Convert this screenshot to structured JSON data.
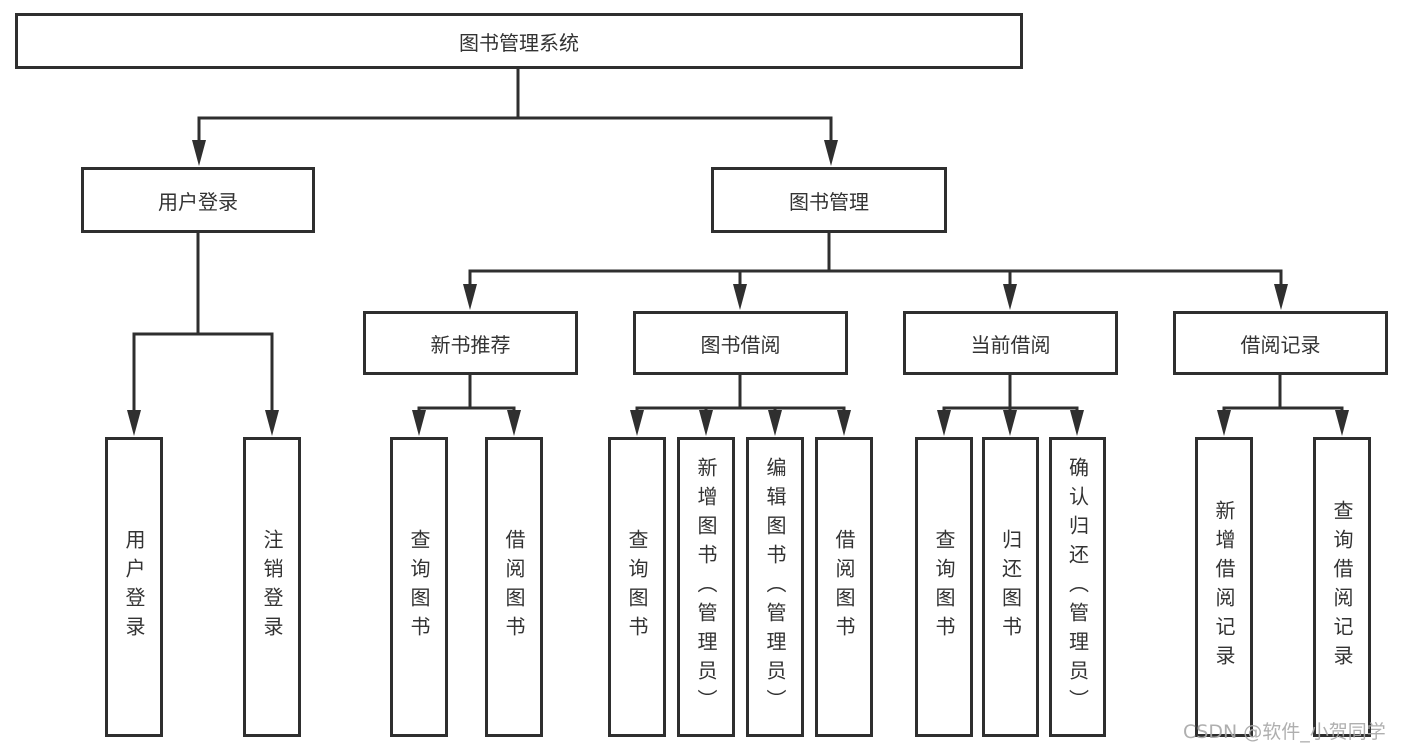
{
  "diagram": {
    "type": "tree",
    "root": {
      "label": "图书管理系统",
      "children": [
        {
          "label": "用户登录",
          "children": [
            {
              "label": "用户登录"
            },
            {
              "label": "注销登录"
            }
          ]
        },
        {
          "label": "图书管理",
          "children": [
            {
              "label": "新书推荐",
              "children": [
                {
                  "label": "查询图书"
                },
                {
                  "label": "借阅图书"
                }
              ]
            },
            {
              "label": "图书借阅",
              "children": [
                {
                  "label": "查询图书"
                },
                {
                  "label": "新增图书（管理员）"
                },
                {
                  "label": "编辑图书（管理员）"
                },
                {
                  "label": "借阅图书"
                }
              ]
            },
            {
              "label": "当前借阅",
              "children": [
                {
                  "label": "查询图书"
                },
                {
                  "label": "归还图书"
                },
                {
                  "label": "确认归还（管理员）"
                }
              ]
            },
            {
              "label": "借阅记录",
              "children": [
                {
                  "label": "新增借阅记录"
                },
                {
                  "label": "查询借阅记录"
                }
              ]
            }
          ]
        }
      ]
    }
  },
  "watermark": {
    "text": "CSDN @软件_小贺同学"
  },
  "colors": {
    "line": "#2f2f2f",
    "text": "#333333",
    "box_background": "#ffffff",
    "watermark": "#a8a8a8",
    "background": "#ffffff"
  }
}
